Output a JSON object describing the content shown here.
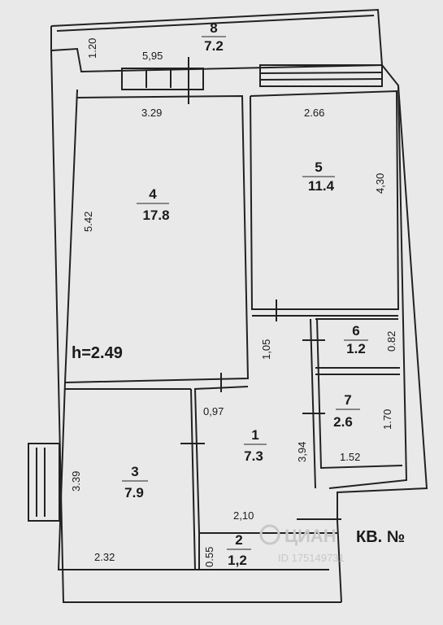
{
  "rooms": [
    {
      "number": "8",
      "area": "7.2"
    },
    {
      "number": "4",
      "area": "17.8"
    },
    {
      "number": "5",
      "area": "11.4"
    },
    {
      "number": "6",
      "area": "1.2"
    },
    {
      "number": "7",
      "area": "2.6"
    },
    {
      "number": "1",
      "area": "7.3"
    },
    {
      "number": "3",
      "area": "7.9"
    },
    {
      "number": "2",
      "area": "1,2"
    }
  ],
  "dimensions": {
    "balcony_depth": "1.20",
    "balcony_length": "5,95",
    "room4_width": "3.29",
    "room4_length": "5.42",
    "room5_width": "2.66",
    "room5_length": "4,30",
    "hall_1": "1,05",
    "room6": "0.82",
    "hall_2": "0,97",
    "room7_length": "1.70",
    "hall_3": "3,94",
    "room7_width": "1.52",
    "room3_length": "3.39",
    "room3_width": "2.32",
    "hall_4": "2,10",
    "room2": "0.55"
  },
  "ceiling_height": "h=2.49",
  "apartment_label": "КВ. №",
  "watermark": {
    "brand": "ЦИАН",
    "id": "ID 175149731"
  }
}
